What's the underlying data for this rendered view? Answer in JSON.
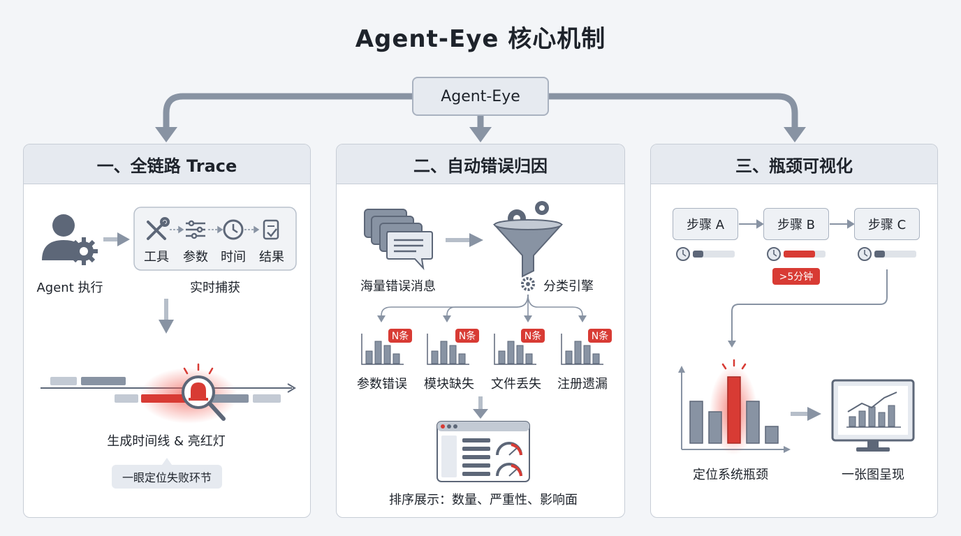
{
  "title": "Agent-Eye 核心机制",
  "root": "Agent-Eye",
  "panels": [
    {
      "heading": "一、全链路 Trace",
      "agent_label": "Agent 执行",
      "capture_items": [
        "工具",
        "参数",
        "时间",
        "结果"
      ],
      "capture_label": "实时捕获",
      "timeline_label": "生成时间线 & 亮红灯",
      "callout": "一眼定位失败环节"
    },
    {
      "heading": "二、自动错误归因",
      "messages_label": "海量错误消息",
      "engine_label": "分类引擎",
      "categories": [
        {
          "label": "参数错误",
          "badge": "N条"
        },
        {
          "label": "模块缺失",
          "badge": "N条"
        },
        {
          "label": "文件丢失",
          "badge": "N条"
        },
        {
          "label": "注册遗漏",
          "badge": "N条"
        }
      ],
      "dashboard_label": "排序展示：数量、严重性、影响面"
    },
    {
      "heading": "三、瓶颈可视化",
      "steps": [
        {
          "label": "步骤 A",
          "progress": 0.25,
          "color": "#5d6778"
        },
        {
          "label": "步骤 B",
          "progress": 0.75,
          "color": "#d83b34",
          "badge": ">5分钟"
        },
        {
          "label": "步骤 C",
          "progress": 0.25,
          "color": "#5d6778"
        }
      ],
      "bottleneck_label": "定位系统瓶颈",
      "one_chart_label": "一张图呈现"
    }
  ],
  "colors": {
    "accent_red": "#d83b34",
    "gray_dark": "#5d6778",
    "gray_mid": "#8893a3",
    "gray_light": "#c3cad4"
  }
}
